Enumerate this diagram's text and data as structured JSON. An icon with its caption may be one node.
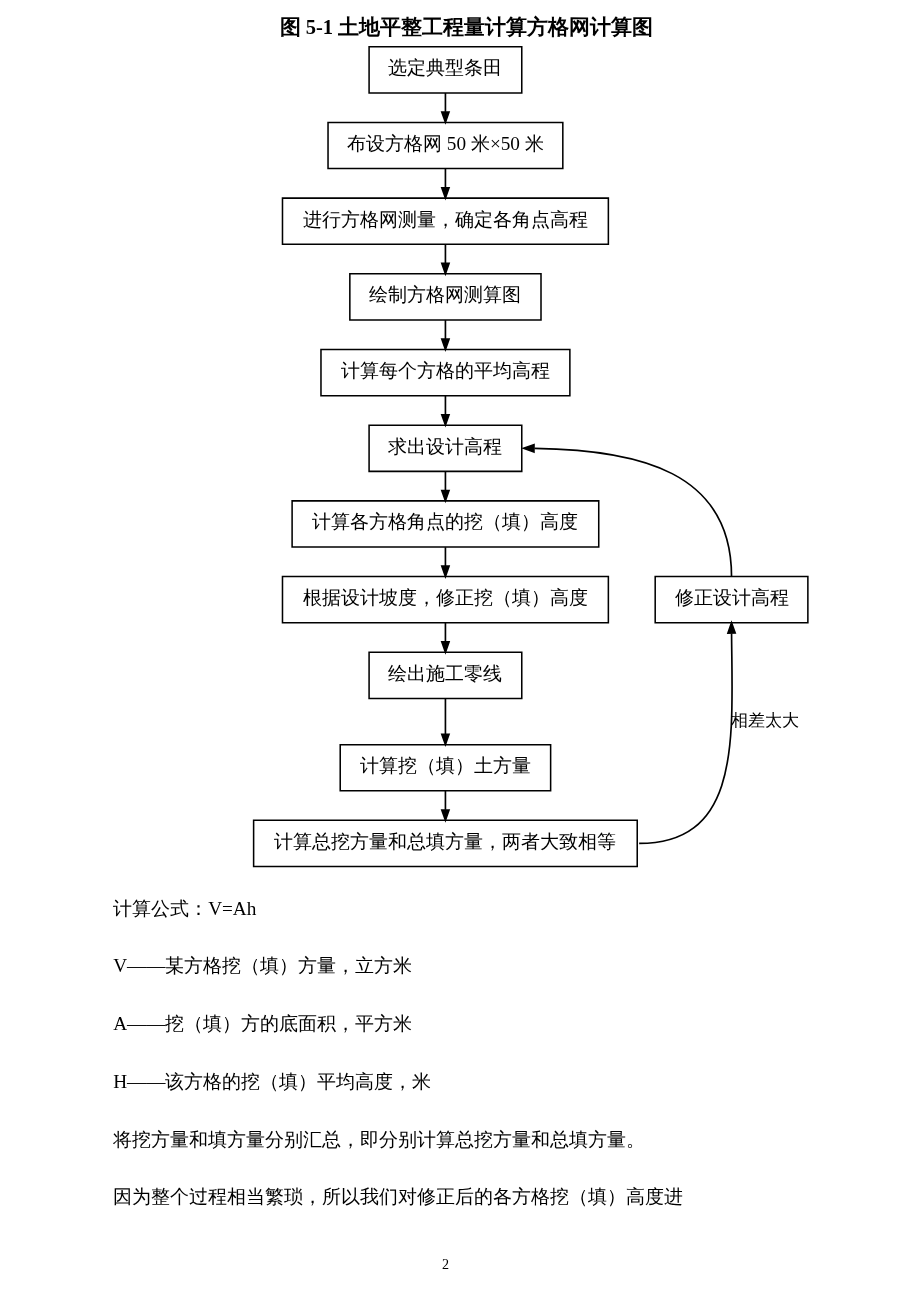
{
  "diagram": {
    "title": "图 5-1 土地平整工程量计算方格网计算图",
    "nodes": [
      {
        "text": [
          "选定典型条田"
        ]
      },
      {
        "text": [
          "布设方格网 50 米×50 米"
        ]
      },
      {
        "text": [
          "进行方格网测量，确定各角点高程"
        ]
      },
      {
        "text": [
          "绘制方格网测算图"
        ]
      },
      {
        "text": [
          "计算每个方格的平均高程"
        ]
      },
      {
        "text": [
          "求出设计高程"
        ]
      },
      {
        "text": [
          "计算各方格角点的挖（填）高度"
        ]
      },
      {
        "text": [
          "根据设计坡度，修正挖（填）高度"
        ]
      },
      {
        "text": [
          "绘出施工零线"
        ]
      },
      {
        "text": [
          "计算挖（填）土方量"
        ]
      },
      {
        "text": [
          "计算总挖方量和总填方量，两者大致相等"
        ]
      },
      {
        "text": [
          "修正设计高程"
        ]
      }
    ],
    "edges": [
      {
        "from": 0,
        "to": 1,
        "arrow": "to"
      },
      {
        "from": 1,
        "to": 2,
        "arrow": "to"
      },
      {
        "from": 2,
        "to": 3,
        "arrow": "to"
      },
      {
        "from": 3,
        "to": 4,
        "arrow": "to"
      },
      {
        "from": 4,
        "to": 5,
        "arrow": "to"
      },
      {
        "from": 5,
        "to": 6,
        "arrow": "to"
      },
      {
        "from": 6,
        "to": 7,
        "arrow": "to"
      },
      {
        "from": 7,
        "to": 8,
        "arrow": "to"
      },
      {
        "from": 8,
        "to": 9,
        "arrow": "to"
      },
      {
        "from": 9,
        "to": 10,
        "arrow": "to"
      },
      {
        "from": 10,
        "to": 11,
        "arrow": "to",
        "label": "相差太大"
      },
      {
        "from": 11,
        "to": 5,
        "arrow": "to"
      }
    ],
    "labels": [
      "计算公式：V=Ah",
      "V——某方格挖（填）方量，立方米",
      "A——挖（填）方的底面积，平方米",
      "H——该方格的挖（填）平均高度，米",
      "将挖方量和填方量分别汇总，即分别计算总挖方量和总填方量。",
      "因为整个过程相当繁琐，所以我们对修正后的各方格挖（填）高度进",
      "2"
    ]
  }
}
